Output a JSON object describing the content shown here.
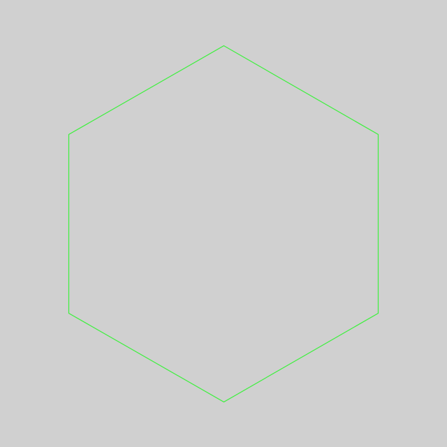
{
  "canvas": {
    "background": "#d0d0d0"
  },
  "shape": {
    "kind": "hexagon",
    "sides": 6,
    "orientation": "pointy-top",
    "fill": "none",
    "stroke": "#3ef03e"
  }
}
